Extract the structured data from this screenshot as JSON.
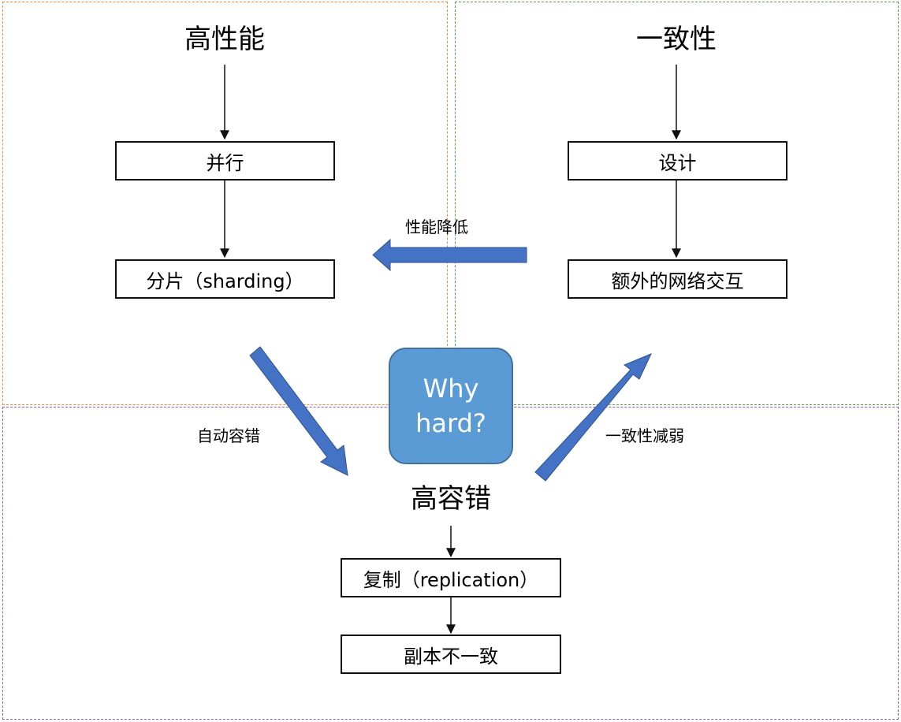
{
  "regions": {
    "performance": {
      "title": "高性能",
      "color": "#ED8B3F"
    },
    "consistency": {
      "title": "一致性",
      "color": "#5BA14A"
    },
    "fault_tolerance": {
      "title": "高容错",
      "color": "#8E59B8"
    }
  },
  "center": {
    "line1": "Why",
    "line2": "hard?",
    "color": "#5B9BD5"
  },
  "boxes": {
    "parallel": "并行",
    "sharding": "分片（sharding）",
    "design": "设计",
    "extra_network": "额外的网络交互",
    "replication": "复制（replication）",
    "replica_inconsistency": "副本不一致"
  },
  "arrow_labels": {
    "performance_drop": "性能降低",
    "auto_fault_tolerance": "自动容错",
    "consistency_weakened": "一致性减弱"
  },
  "arrow_color": "#4472C4"
}
